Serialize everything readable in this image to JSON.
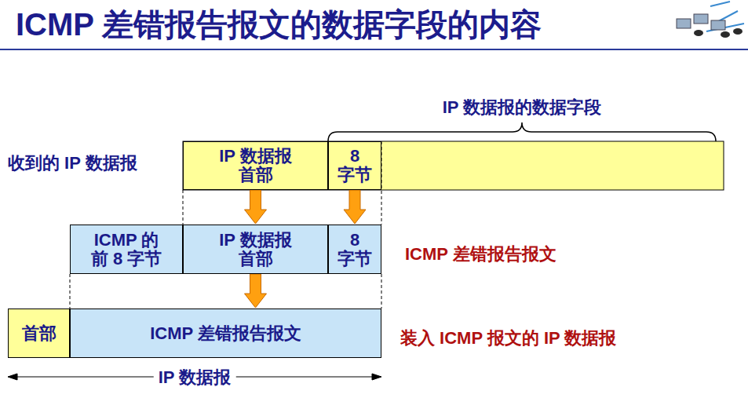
{
  "diagram": {
    "title": "ICMP 差错报告报文的数据字段的内容",
    "nodes": [
      {
        "text": [
          "IP 数据报 首部"
        ]
      },
      {
        "text": [
          "8 字节"
        ]
      },
      {
        "text": [
          "ICMP 的 前 8 字节"
        ]
      },
      {
        "text": [
          "IP 数据报 首部"
        ]
      },
      {
        "text": [
          "8 字节"
        ]
      },
      {
        "text": [
          "首部"
        ]
      },
      {
        "text": [
          "ICMP 差错报告报文"
        ]
      }
    ],
    "edges": [
      {
        "from": 0,
        "to": 3,
        "arrow": "to"
      },
      {
        "from": 1,
        "to": 4,
        "arrow": "to"
      },
      {
        "from": 3,
        "to": 6,
        "arrow": "to"
      }
    ],
    "labels": [
      "IP 数据报的数据字段",
      "收到的 IP 数据报",
      "ICMP 差错报告报文",
      "装入 ICMP 报文的 IP 数据报",
      "IP 数据报"
    ]
  }
}
